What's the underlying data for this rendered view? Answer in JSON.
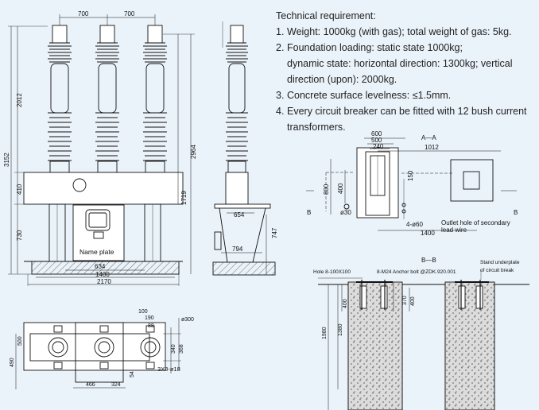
{
  "technical": {
    "heading": "Technical requirement:",
    "items": [
      {
        "num": "1.",
        "lines": [
          "Weight: 1000kg (with gas); total weight of gas: 5kg."
        ]
      },
      {
        "num": "2.",
        "lines": [
          "Foundation loading: static state 1000kg;",
          "dynamic state: horizontal direction: 1300kg; vertical",
          "direction (upon): 2000kg."
        ]
      },
      {
        "num": "3.",
        "lines": [
          "Concrete surface levelness: ≤1.5mm."
        ]
      },
      {
        "num": "4.",
        "lines": [
          "Every circuit breaker can be fitted with 12 bush current",
          "transformers."
        ]
      }
    ]
  },
  "front_view": {
    "dims": {
      "top_left": "700",
      "top_right": "700",
      "height_total": "3152",
      "h_upper": "2012",
      "h_mid": "410",
      "h_lower": "730",
      "h_right": "2964",
      "h_1719": "1719",
      "w_634": "634",
      "w_1400": "1400",
      "w_2170": "2170"
    },
    "name_plate": "Name plate"
  },
  "side_view": {
    "dims": {
      "d654": "654",
      "d794": "794",
      "d747": "747"
    }
  },
  "plan_view": {
    "dims": {
      "d100": "100",
      "d190": "190",
      "d88": "88",
      "d300": "ø300",
      "d368": "368",
      "d340": "340",
      "d490": "490",
      "d500": "500",
      "d54": "54",
      "d466": "466",
      "d324": "324",
      "holes": "3X8-ø18"
    }
  },
  "section_aa": {
    "title": "A—A",
    "dims": {
      "d600": "600",
      "d500": "500",
      "d240": "240",
      "d1012": "1012",
      "d800": "800",
      "d400": "400",
      "d150": "150",
      "d1400": "1400",
      "d30": "ø30",
      "d60": "4-ø60"
    },
    "b_left": "B",
    "b_right": "B",
    "outlet_note": [
      "Outlet hole of secondary",
      "lead wire"
    ]
  },
  "section_bb": {
    "title": "B—B",
    "hole_note": "Hole 8-100X100",
    "anchor_note": "8-M24 Anchor bolt @ZDK.920.001",
    "stand_note": [
      "Stand underplate",
      "of circuit break"
    ],
    "dims": {
      "d400a": "400",
      "d1380": "1380",
      "d1980": "1980",
      "d400b": "400",
      "d370": "370"
    }
  }
}
